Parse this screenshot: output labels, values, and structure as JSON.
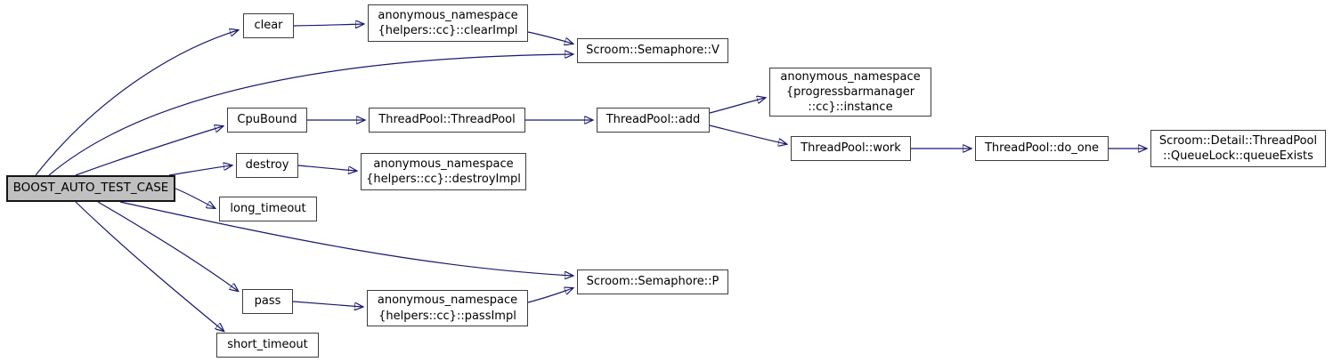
{
  "diagram": {
    "type": "doxygen-call-graph",
    "colors": {
      "edge": "#191970",
      "node_border": "#3d3d3d",
      "node_fill": "#ffffff",
      "highlight_node_fill": "#c0c0c0",
      "text": "#000000",
      "background": "#ffffff"
    },
    "nodes": {
      "boost": {
        "label": "BOOST_AUTO_TEST_CASE"
      },
      "clear": {
        "label": "clear"
      },
      "clear_impl": {
        "label": "anonymous_namespace\n{helpers::cc}::clearImpl"
      },
      "semaphore_v": {
        "label": "Scroom::Semaphore::V"
      },
      "cpu_bound": {
        "label": "CpuBound"
      },
      "threadpool_ctor": {
        "label": "ThreadPool::ThreadPool"
      },
      "threadpool_add": {
        "label": "ThreadPool::add"
      },
      "progressbar_instance": {
        "label": "anonymous_namespace\n{progressbarmanager\n::cc}::instance"
      },
      "threadpool_work": {
        "label": "ThreadPool::work"
      },
      "threadpool_do_one": {
        "label": "ThreadPool::do_one"
      },
      "queue_exists": {
        "label": "Scroom::Detail::ThreadPool\n::QueueLock::queueExists"
      },
      "destroy": {
        "label": "destroy"
      },
      "destroy_impl": {
        "label": "anonymous_namespace\n{helpers::cc}::destroyImpl"
      },
      "long_timeout": {
        "label": "long_timeout"
      },
      "semaphore_p": {
        "label": "Scroom::Semaphore::P"
      },
      "pass": {
        "label": "pass"
      },
      "pass_impl": {
        "label": "anonymous_namespace\n{helpers::cc}::passImpl"
      },
      "short_timeout": {
        "label": "short_timeout"
      }
    },
    "edges": [
      {
        "from": "BOOST_AUTO_TEST_CASE",
        "to": "clear"
      },
      {
        "from": "BOOST_AUTO_TEST_CASE",
        "to": "Scroom::Semaphore::V"
      },
      {
        "from": "BOOST_AUTO_TEST_CASE",
        "to": "CpuBound"
      },
      {
        "from": "BOOST_AUTO_TEST_CASE",
        "to": "destroy"
      },
      {
        "from": "BOOST_AUTO_TEST_CASE",
        "to": "long_timeout"
      },
      {
        "from": "BOOST_AUTO_TEST_CASE",
        "to": "Scroom::Semaphore::P"
      },
      {
        "from": "BOOST_AUTO_TEST_CASE",
        "to": "pass"
      },
      {
        "from": "BOOST_AUTO_TEST_CASE",
        "to": "short_timeout"
      },
      {
        "from": "clear",
        "to": "anonymous_namespace{helpers::cc}::clearImpl"
      },
      {
        "from": "anonymous_namespace{helpers::cc}::clearImpl",
        "to": "Scroom::Semaphore::V"
      },
      {
        "from": "CpuBound",
        "to": "ThreadPool::ThreadPool"
      },
      {
        "from": "ThreadPool::ThreadPool",
        "to": "ThreadPool::add"
      },
      {
        "from": "ThreadPool::add",
        "to": "anonymous_namespace{progressbarmanager::cc}::instance"
      },
      {
        "from": "ThreadPool::add",
        "to": "ThreadPool::work"
      },
      {
        "from": "ThreadPool::work",
        "to": "ThreadPool::do_one"
      },
      {
        "from": "ThreadPool::do_one",
        "to": "Scroom::Detail::ThreadPool::QueueLock::queueExists"
      },
      {
        "from": "destroy",
        "to": "anonymous_namespace{helpers::cc}::destroyImpl"
      },
      {
        "from": "pass",
        "to": "anonymous_namespace{helpers::cc}::passImpl"
      },
      {
        "from": "anonymous_namespace{helpers::cc}::passImpl",
        "to": "Scroom::Semaphore::P"
      }
    ]
  }
}
